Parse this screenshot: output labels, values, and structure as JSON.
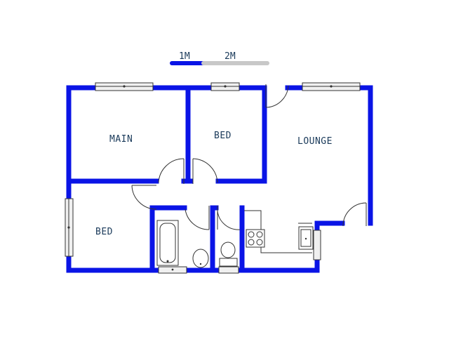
{
  "scale": {
    "label_1": "1M",
    "label_2": "2M"
  },
  "rooms": {
    "main": "MAIN",
    "bed_top": "BED",
    "lounge": "LOUNGE",
    "bed_bottom": "BED"
  },
  "colors": {
    "wall": "#0a14e6",
    "scale_dark": "#0a14e6",
    "scale_light": "#c8c8c8",
    "label": "#1a3a5a"
  }
}
